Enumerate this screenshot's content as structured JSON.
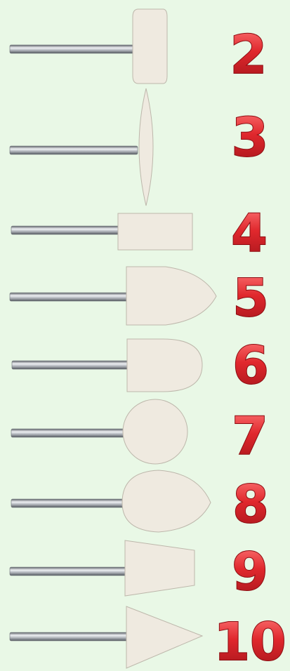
{
  "colors": {
    "background": "#e9f8e6",
    "felt": "#efeae0",
    "felt_edge": "#bdb7ab",
    "shaft_light": "#e4e6ea",
    "shaft_dark": "#6f737a",
    "number_fill": "#e0282d",
    "number_edge": "#8d0c11"
  },
  "items": [
    {
      "number": "2",
      "shape": "cylinder-rounded"
    },
    {
      "number": "3",
      "shape": "lens-disc"
    },
    {
      "number": "4",
      "shape": "cylinder"
    },
    {
      "number": "5",
      "shape": "pointed-bullet"
    },
    {
      "number": "6",
      "shape": "rounded-bullet"
    },
    {
      "number": "7",
      "shape": "sphere"
    },
    {
      "number": "8",
      "shape": "teardrop"
    },
    {
      "number": "9",
      "shape": "tapered-cylinder"
    },
    {
      "number": "10",
      "shape": "cone"
    }
  ]
}
